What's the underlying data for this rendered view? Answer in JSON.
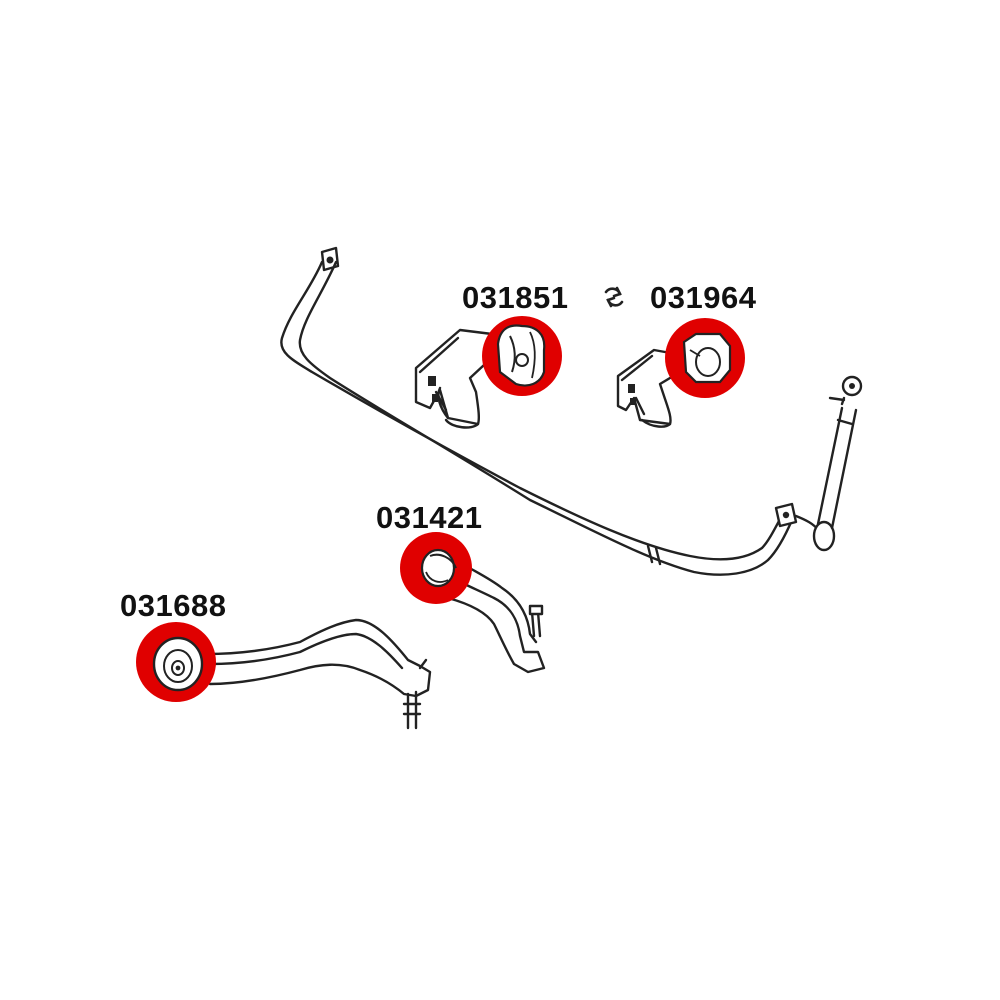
{
  "parts": {
    "sway_bar_bushing_a": "031851",
    "sway_bar_bushing_b": "031964",
    "control_arm_rear_bushing": "031421",
    "control_arm_front_bushing": "031688"
  },
  "interchange_icon": "refresh-cycle-icon",
  "colors": {
    "highlight": "#e00000",
    "line": "#222222",
    "background": "#ffffff"
  }
}
